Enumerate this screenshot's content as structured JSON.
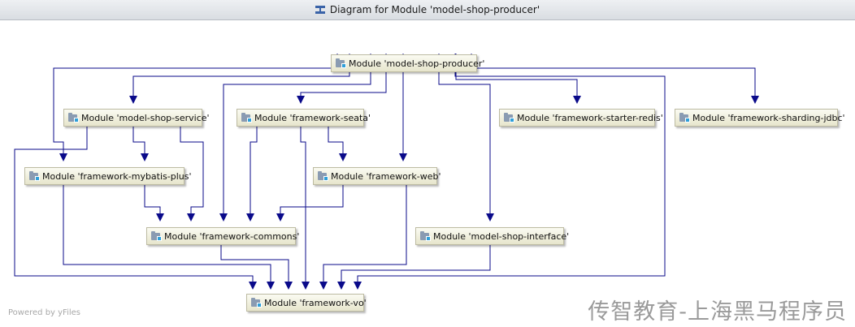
{
  "window": {
    "title": "Diagram for Module 'model-shop-producer'"
  },
  "nodes": {
    "producer": "Module 'model-shop-producer'",
    "service": "Module 'model-shop-service'",
    "seata": "Module 'framework-seata'",
    "redis": "Module 'framework-starter-redis'",
    "sharding": "Module 'framework-sharding-jdbc'",
    "mybatis": "Module 'framework-mybatis-plus'",
    "web": "Module 'framework-web'",
    "commons": "Module 'framework-commons'",
    "interface": "Module 'model-shop-interface'",
    "vo": "Module 'framework-vo'"
  },
  "footer": {
    "powered_by": "Powered by yFiles"
  },
  "watermark": "传智教育-上海黑马程序员",
  "colors": {
    "edge": "#0a0a8a",
    "node_fill": "#f2f1de",
    "icon_accent": "#2f9fd8"
  }
}
